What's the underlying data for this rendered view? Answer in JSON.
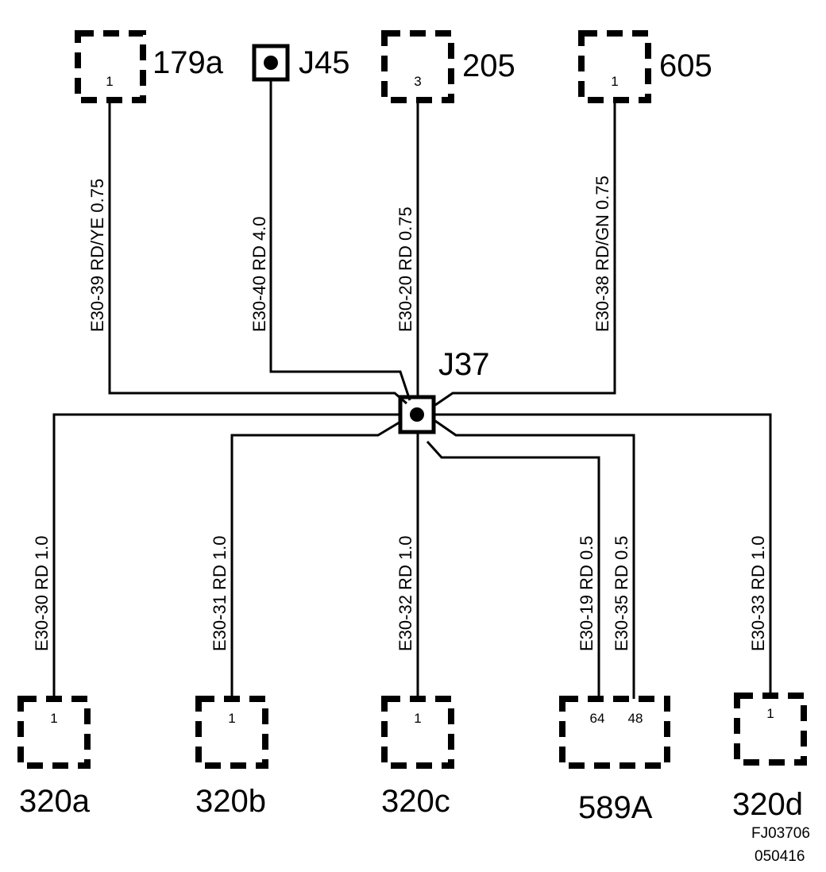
{
  "components": {
    "c179a": {
      "name": "179a",
      "pin": "1"
    },
    "j45": {
      "name": "J45"
    },
    "c205": {
      "name": "205",
      "pin": "3"
    },
    "c605": {
      "name": "605",
      "pin": "1"
    },
    "j37": {
      "name": "J37"
    },
    "c320a": {
      "name": "320a",
      "pin": "1"
    },
    "c320b": {
      "name": "320b",
      "pin": "1"
    },
    "c320c": {
      "name": "320c",
      "pin": "1"
    },
    "c589a": {
      "name": "589A",
      "pin_left": "64",
      "pin_right": "48"
    },
    "c320d": {
      "name": "320d",
      "pin": "1"
    }
  },
  "wires": {
    "w39": "E30-39  RD/YE  0.75",
    "w40": "E30-40 RD  4.0",
    "w20": "E30-20 RD  0.75",
    "w38": "E30-38  RD/GN 0.75",
    "w30": "E30-30  RD 1.0",
    "w31": "E30-31  RD 1.0",
    "w32": "E30-32  RD 1.0",
    "w19": "E30-19  RD  0.5",
    "w35": "E30-35  RD 0.5",
    "w33": "E30-33  RD 1.0"
  },
  "ref": {
    "code": "FJ03706",
    "date": "050416"
  }
}
